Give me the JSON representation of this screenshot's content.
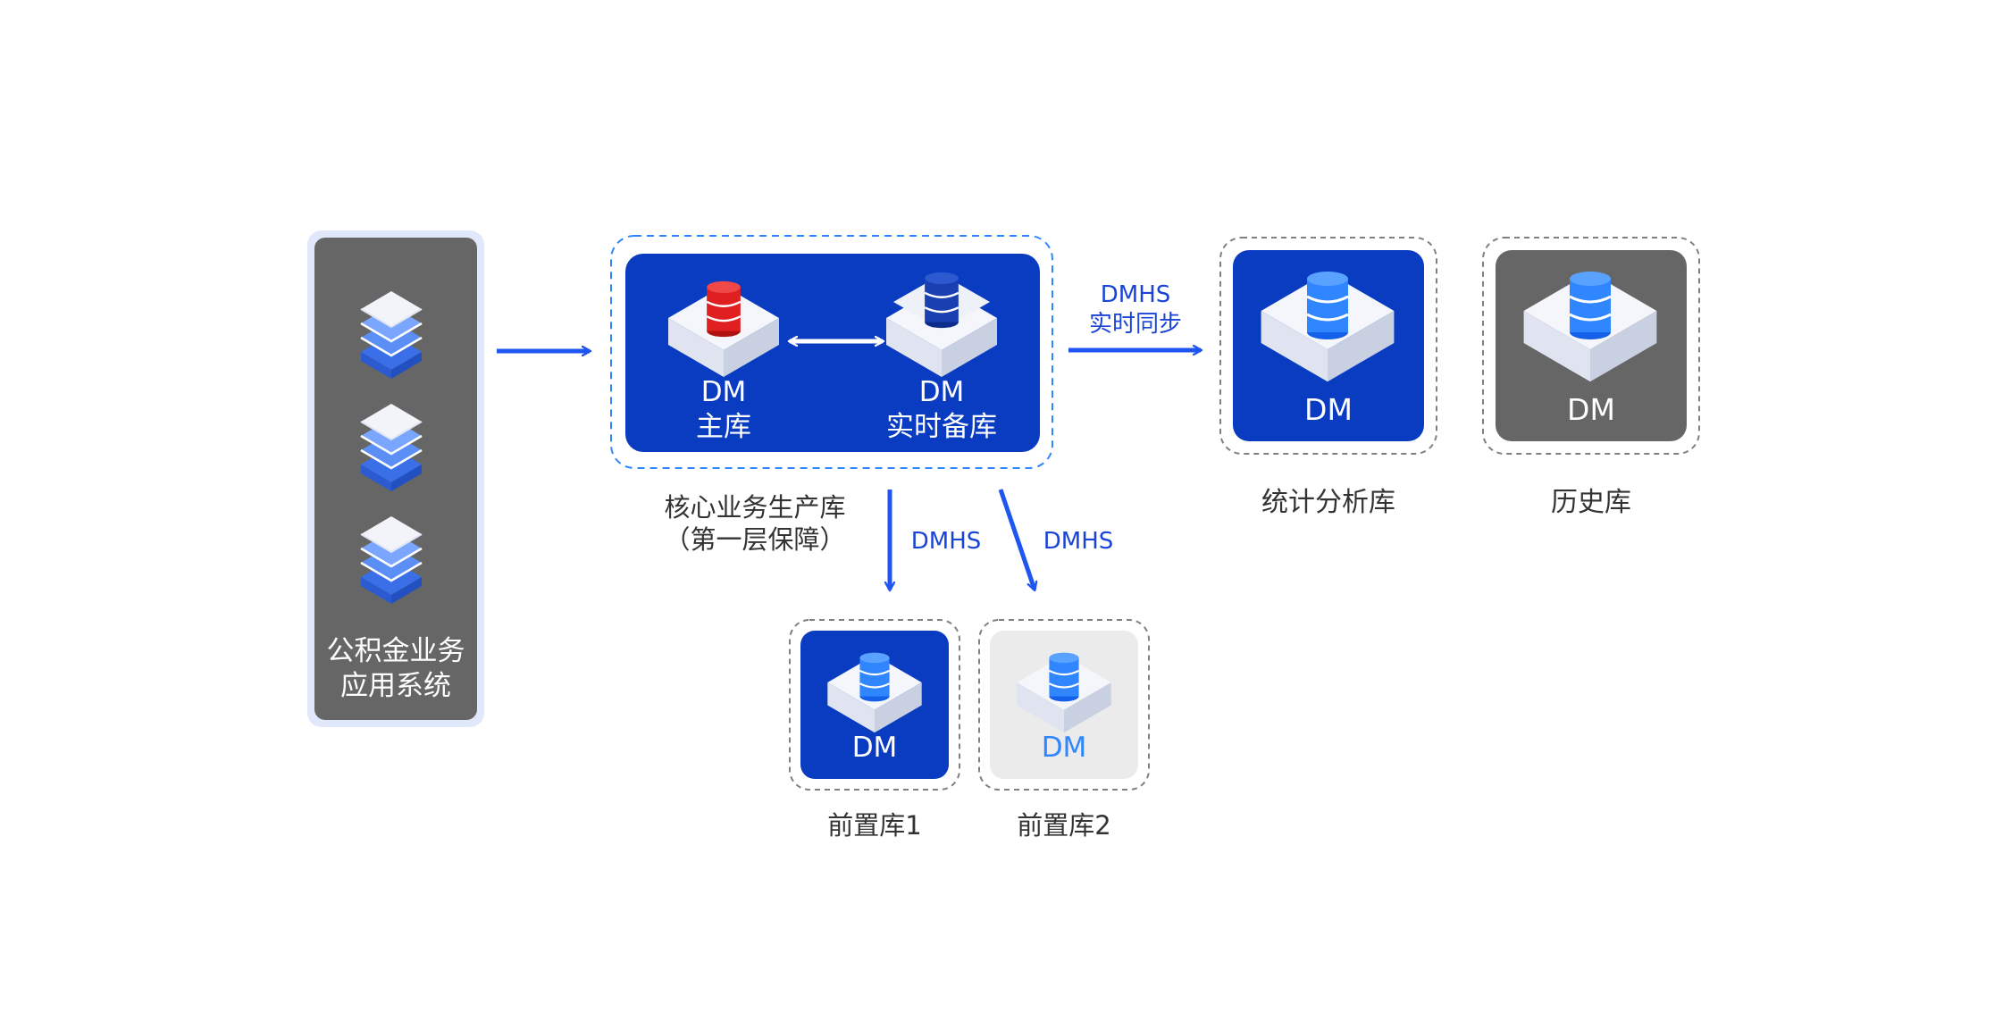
{
  "app_system": {
    "label_line1": "公积金业务",
    "label_line2": "应用系统"
  },
  "core": {
    "primary_db": {
      "name": "DM",
      "role": "主库"
    },
    "standby_db": {
      "name": "DM",
      "role": "实时备库"
    },
    "caption_line1": "核心业务生产库",
    "caption_line2": "（第一层保障）"
  },
  "sync_label": {
    "line1": "DMHS",
    "line2": "实时同步"
  },
  "stats_db": {
    "name": "DM",
    "caption": "统计分析库"
  },
  "history_db": {
    "name": "DM",
    "caption": "历史库"
  },
  "front_arrow_labels": [
    "DMHS",
    "DMHS"
  ],
  "front_db_1": {
    "name": "DM",
    "caption": "前置库1"
  },
  "front_db_2": {
    "name": "DM",
    "caption": "前置库2"
  },
  "colors": {
    "primary_blue": "#0a3cc2",
    "arrow_blue": "#1f55f0",
    "panel_gray": "#666666",
    "light_panel": "#ebebeb",
    "master_red": "#e02020"
  }
}
